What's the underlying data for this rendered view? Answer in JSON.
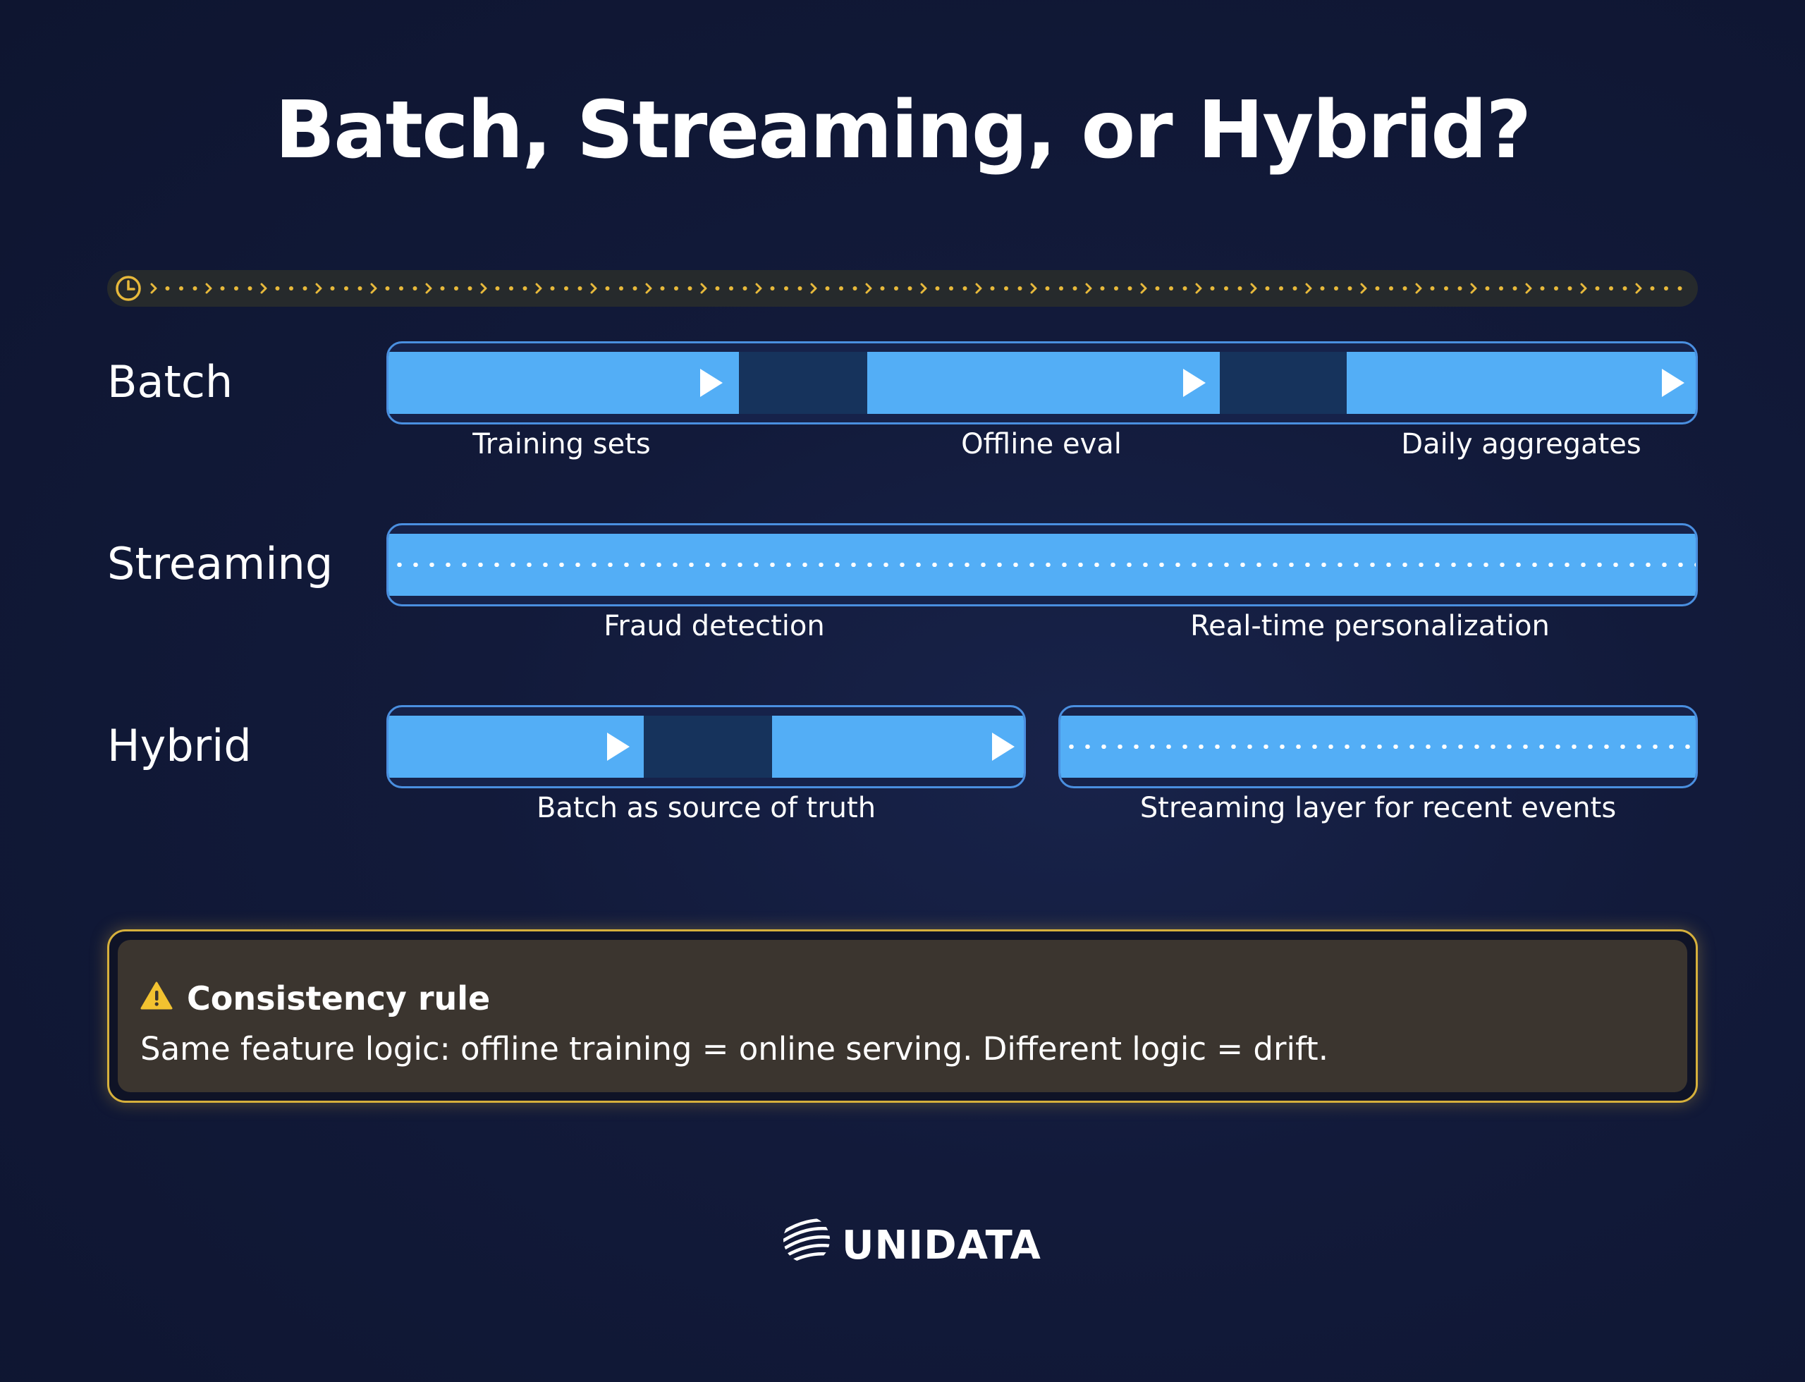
{
  "title": "Batch, Streaming, or Hybrid?",
  "timeline": {
    "icon": "clock-icon",
    "accent": "#e7b93b"
  },
  "rows": [
    {
      "label": "Batch",
      "captions": [
        "Training sets",
        "Offline eval",
        "Daily aggregates"
      ]
    },
    {
      "label": "Streaming",
      "captions": [
        "Fraud detection",
        "Real-time personalization"
      ]
    },
    {
      "label": "Hybrid",
      "captions": [
        "Batch as source of truth",
        "Streaming layer for recent events"
      ]
    }
  ],
  "rule": {
    "icon": "warning-icon",
    "title": "Consistency rule",
    "text": "Same feature logic: offline training = online serving. Different logic = drift."
  },
  "brand": {
    "name": "UNIDATA",
    "icon": "globe-logo-icon"
  },
  "colors": {
    "segment": "#53aef6",
    "gap": "#16335c",
    "track_border": "#4a8fe0",
    "rule_border": "#d6b03c",
    "rule_fill": "#3b352f",
    "background": "#121a3a"
  }
}
